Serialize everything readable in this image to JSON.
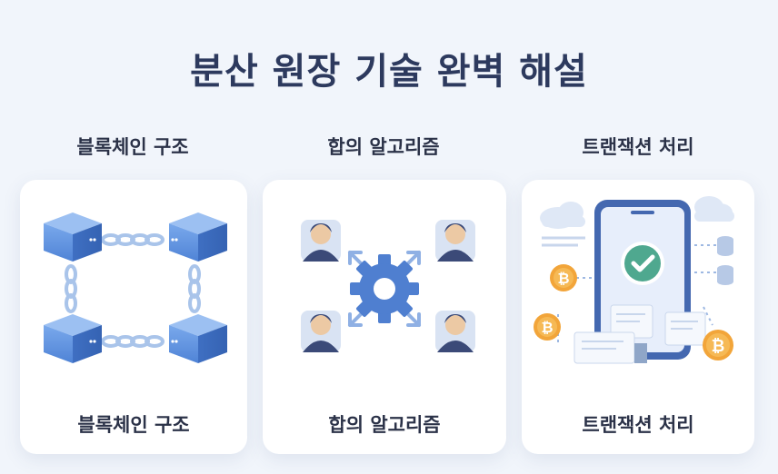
{
  "title": "분산 원장 기술 완벽 해설",
  "sections": [
    {
      "heading": "블록체인 구조",
      "caption": "블록체인 구조"
    },
    {
      "heading": "합의 알고리즘",
      "caption": "합의 알고리즘"
    },
    {
      "heading": "트랜잭션 처리",
      "caption": "트랜잭션 처리"
    }
  ],
  "colors": {
    "block": "#5b8fdd",
    "gear": "#4f7fd0",
    "person": "#3b4a78",
    "coin": "#f2a53a",
    "phone": "#4468b0",
    "check": "#4fa88f"
  },
  "icons": {
    "section_1": "blockchain-blocks-icon",
    "section_2": "consensus-gear-icon",
    "section_3": "transaction-phone-icon"
  },
  "coin_symbol": "₿"
}
